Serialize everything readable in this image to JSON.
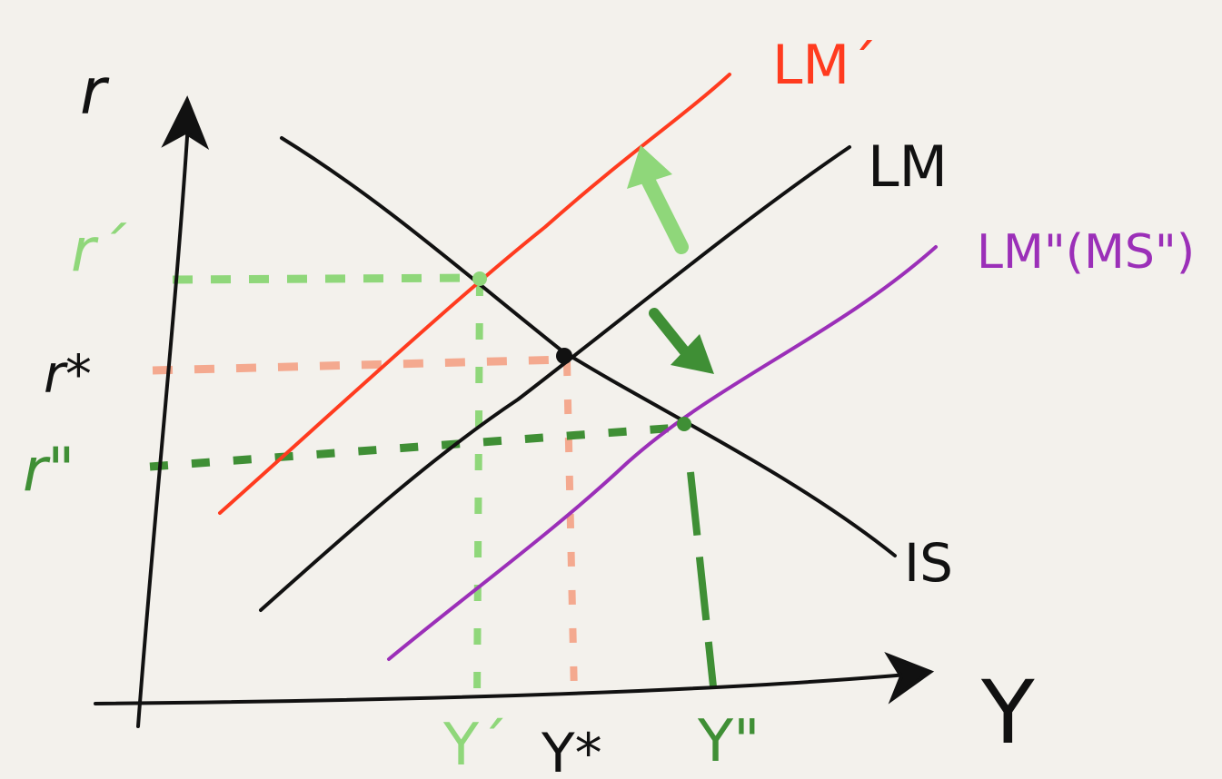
{
  "diagram": {
    "axes": {
      "y_axis_label": "r",
      "x_axis_label": "Y"
    },
    "curves": {
      "lm_shifted_up": "LM´",
      "lm": "LM",
      "lm_shifted_down": "LM\"(MS\")",
      "is": "IS"
    },
    "rates": {
      "r_prime": "r´",
      "r_star": "r*",
      "r_double_prime": "r\""
    },
    "outputs": {
      "y_prime": "Y´",
      "y_star": "Y*",
      "y_double_prime": "Y\""
    },
    "colors": {
      "axes": "#111111",
      "lm": "#111111",
      "is": "#111111",
      "lm_shifted_up": "#ff3b1f",
      "lm_shifted_down": "#9b2fb8",
      "guide_light_green": "#8fd77a",
      "guide_dark_green": "#3f8f35",
      "guide_salmon": "#f4a98f",
      "background": "#f3f1ec"
    }
  }
}
